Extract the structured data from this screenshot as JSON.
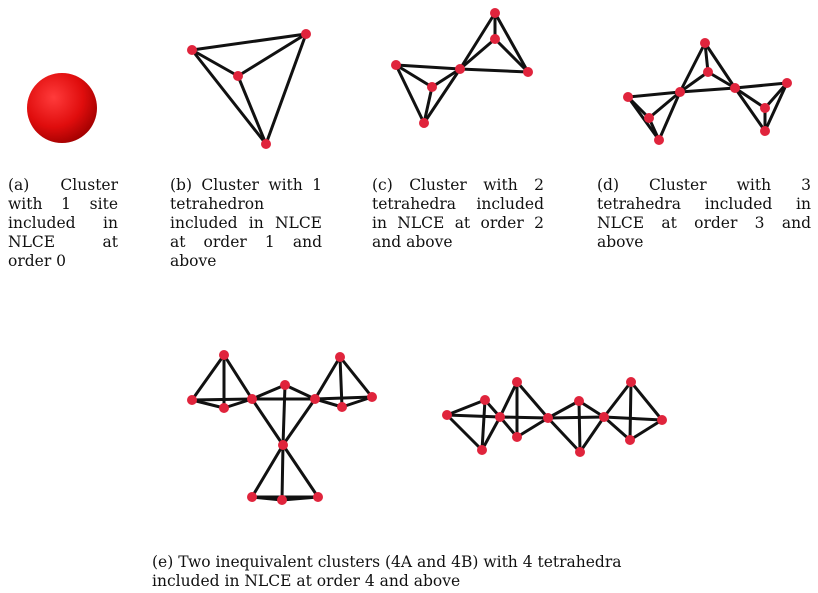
{
  "captions": {
    "a": "(a) Cluster with 1 site included in NLCE at order 0",
    "b": "(b) Cluster with 1 tetrahedron included in NLCE at order 1 and above",
    "c": "(c) Cluster with 2 tetrahedra included in NLCE at order 2 and above",
    "d": "(d) Cluster with 3 tetrahedra included in NLCE at order 3 and above",
    "e": "(e) Two inequivalent clusters (4A and 4B) with 4 tetrahedra included in NLCE at order 4 and above"
  },
  "colors": {
    "site": "#e0243c",
    "bond": "#111111"
  }
}
